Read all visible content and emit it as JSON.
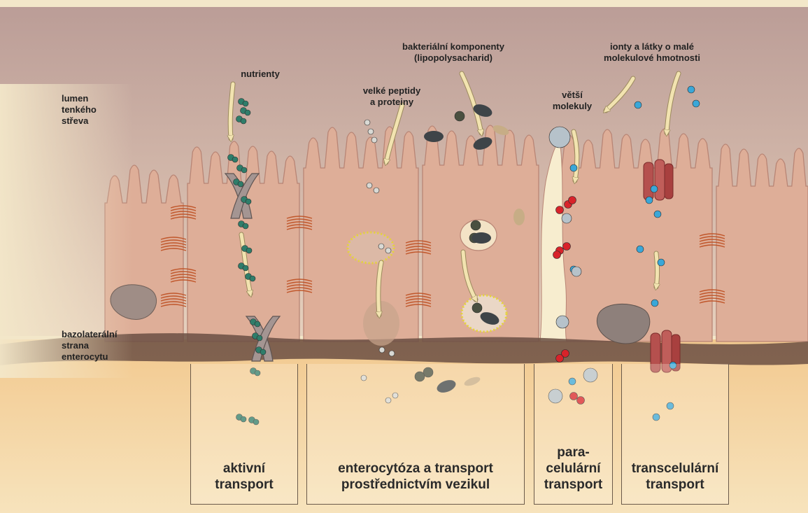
{
  "labels": {
    "lumen": "lumen\ntenkého\nstřeva",
    "basolateral": "bazolaterální\nstrana\nenterocytu",
    "nutrients": "nutrienty",
    "peptides": "velké peptidy\na proteiny",
    "bacterial": "bakteriální komponenty\n(lipopolysacharid)",
    "larger_molecules": "větší\nmolekuly",
    "ions": "ionty a látky o malé\nmolekulové hmotnosti"
  },
  "panels": [
    {
      "label": "aktivní\ntransport"
    },
    {
      "label": "enterocytóza a transport\nprostřednictvím vezikul"
    },
    {
      "label": "para-\ncelulární\ntransport"
    },
    {
      "label": "transcelulární\ntransport"
    }
  ],
  "colors": {
    "background": "#f3e7c9",
    "lumen": "#c4a79e",
    "cell": "#deae98",
    "cell_edge": "#b88575",
    "basement": "#6b4f43",
    "nutrient": "#2f7d6a",
    "ion": "#3aa7d8",
    "red_particle": "#d8232a",
    "bacteria": "#3e4448",
    "vesicle": "#e4d438",
    "junction": "#c0562a",
    "arrow": "#f2e3b0"
  }
}
